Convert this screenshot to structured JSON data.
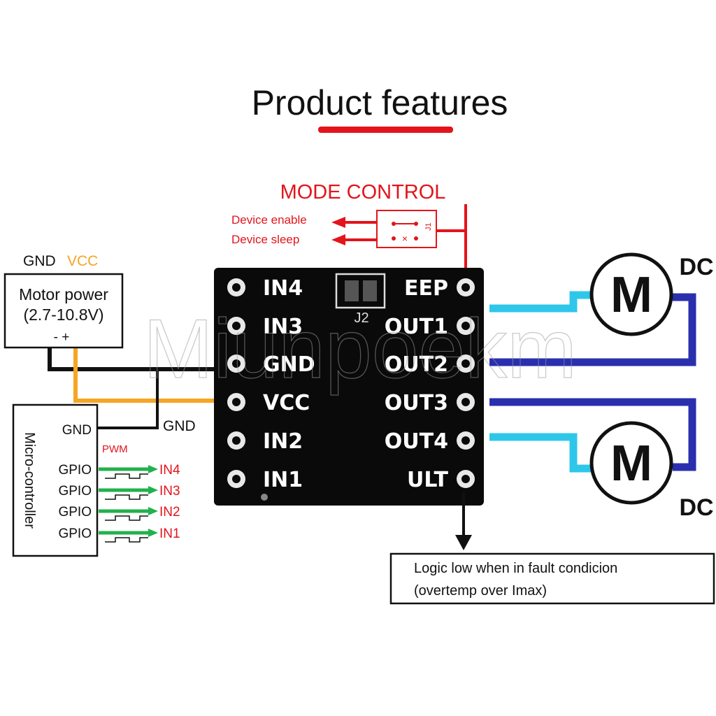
{
  "title": "Product features",
  "mode_control": {
    "label": "MODE CONTROL",
    "jumper_label": "J1",
    "outputs": [
      "Device enable",
      "Device sleep"
    ]
  },
  "power": {
    "gnd_label": "GND",
    "vcc_label": "VCC",
    "box_title": "Motor power",
    "box_range": "(2.7-10.8V)",
    "polarity": "- +",
    "mcu_gnd_wire_label": "GND"
  },
  "micro_controller": {
    "label": "Micro-controller",
    "gnd_pin": "GND",
    "pwm_label": "PWM",
    "gpio_rows": [
      {
        "pin": "GPIO",
        "target": "IN4"
      },
      {
        "pin": "GPIO",
        "target": "IN3"
      },
      {
        "pin": "GPIO",
        "target": "IN2"
      },
      {
        "pin": "GPIO",
        "target": "IN1"
      }
    ]
  },
  "board": {
    "left_pins": [
      "IN4",
      "IN3",
      "GND",
      "VCC",
      "IN2",
      "IN1"
    ],
    "right_pins": [
      "EEP",
      "OUT1",
      "OUT2",
      "OUT3",
      "OUT4",
      "ULT"
    ],
    "jumper_label": "J2"
  },
  "motors": [
    {
      "symbol": "M",
      "label": "DC"
    },
    {
      "symbol": "M",
      "label": "DC"
    }
  ],
  "fault_note": {
    "line1": "Logic low when in fault condicion",
    "line2": "(overtemp over Imax)"
  },
  "watermark": "Miunpoekm",
  "colors": {
    "accent_red": "#e3141b",
    "vcc_orange": "#f5a623",
    "gpio_green": "#22b14c",
    "motor_cyan": "#2ec7ea",
    "motor_blue": "#2a2fae",
    "pcb_black": "#0a0a0a"
  }
}
